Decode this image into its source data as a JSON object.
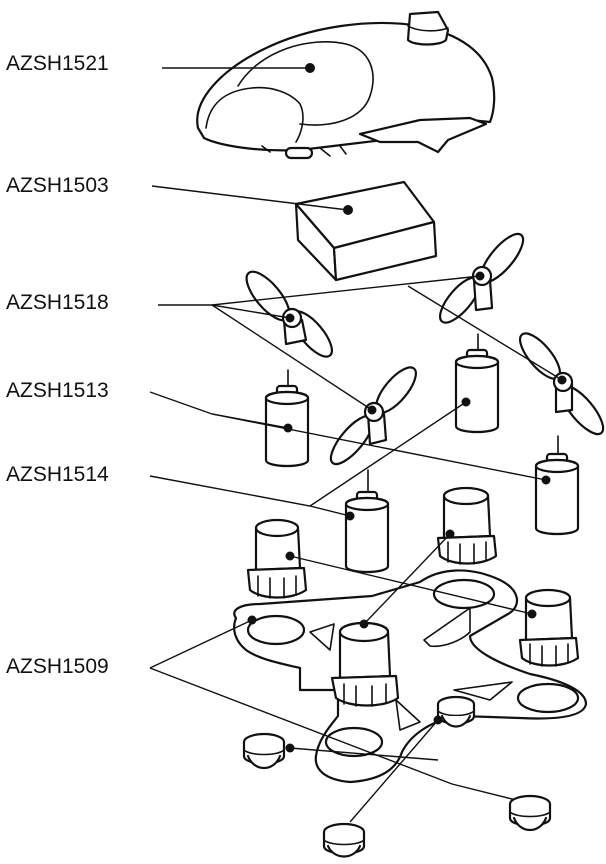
{
  "parts": [
    {
      "id": "canopy",
      "label": "AZSH1521"
    },
    {
      "id": "battery",
      "label": "AZSH1503"
    },
    {
      "id": "propellers",
      "label": "AZSH1518"
    },
    {
      "id": "motors-a",
      "label": "AZSH1513"
    },
    {
      "id": "motors-b",
      "label": "AZSH1514"
    },
    {
      "id": "frame",
      "label": "AZSH1509"
    }
  ]
}
